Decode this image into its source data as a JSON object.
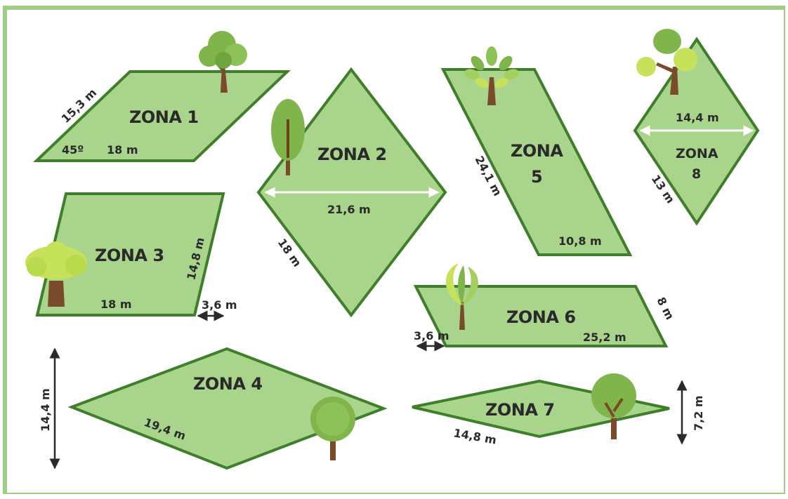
{
  "colors": {
    "zone_fill": "#a9d48b",
    "zone_stroke": "#3f7e2a",
    "frame": "#9fcf86",
    "text": "#2a2a2a",
    "arrow": "#2a2a2a",
    "tree_trunk": "#7a4a2a",
    "tree_leaves": "#7fb54b"
  },
  "zones": {
    "z1": {
      "name": "ZONA 1",
      "side": "15,3 m",
      "base": "18 m",
      "angle": "45º"
    },
    "z2": {
      "name": "ZONA 2",
      "diagonal": "21,6 m",
      "side": "18 m"
    },
    "z3": {
      "name": "ZONA 3",
      "base": "18 m",
      "side": "14,8 m",
      "offset": "3,6 m"
    },
    "z4": {
      "name": "ZONA 4",
      "side": "19,4 m",
      "height": "14,4 m"
    },
    "z5": {
      "name_line1": "ZONA",
      "name_line2": "5",
      "side": "24,1 m",
      "base": "10,8 m"
    },
    "z6": {
      "name": "ZONA 6",
      "base": "25,2 m",
      "side": "8 m",
      "offset": "3,6 m"
    },
    "z7": {
      "name": "ZONA 7",
      "side": "14,8 m",
      "height": "7,2 m"
    },
    "z8": {
      "name_line1": "ZONA",
      "name_line2": "8",
      "diagonal": "14,4 m",
      "side": "13 m"
    }
  },
  "icons": {
    "tree": "tree-icon"
  }
}
